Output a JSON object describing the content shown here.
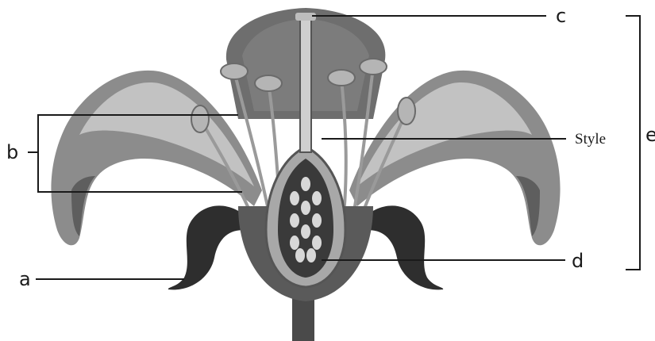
{
  "labels": {
    "a": "a",
    "b": "b",
    "c": "c",
    "d": "d",
    "e": "e",
    "style": "Style"
  },
  "colors": {
    "petal_outer": "#8c8c8c",
    "petal_light": "#c2c2c2",
    "petal_dark": "#5e5e5e",
    "sepal": "#2e2e2e",
    "ovary": "#3a3a3a",
    "ovule": "#d8d8d8",
    "stem": "#4a4a4a"
  }
}
